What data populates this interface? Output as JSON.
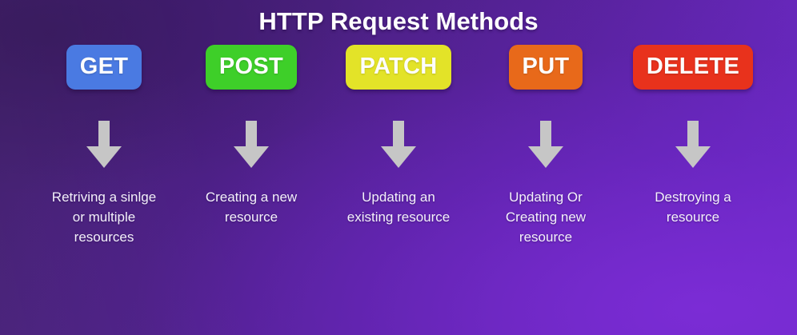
{
  "title": "HTTP Request Methods",
  "theme": {
    "background_dark": "#451e72",
    "background_light": "#6b29c4",
    "title_color": "#ffffff",
    "description_color": "#f4f1fb",
    "arrow_color": "#c6c6c6"
  },
  "arrow_icon_name": "down-arrow-icon",
  "methods": [
    {
      "label": "GET",
      "color": "#4a7ae2",
      "text_color": "#fdfdfd",
      "description": "Retriving a sinlge or multiple resources"
    },
    {
      "label": "POST",
      "color": "#3ecf29",
      "text_color": "#fdfdfd",
      "description": "Creating a new resource"
    },
    {
      "label": "PATCH",
      "color": "#e3e328",
      "text_color": "#fdfdfd",
      "description": "Updating an existing resource"
    },
    {
      "label": "PUT",
      "color": "#e8691a",
      "text_color": "#fdfdfd",
      "description": "Updating Or Creating new resource"
    },
    {
      "label": "DELETE",
      "color": "#e8321c",
      "text_color": "#fdfdfd",
      "description": "Destroying a resource"
    }
  ]
}
